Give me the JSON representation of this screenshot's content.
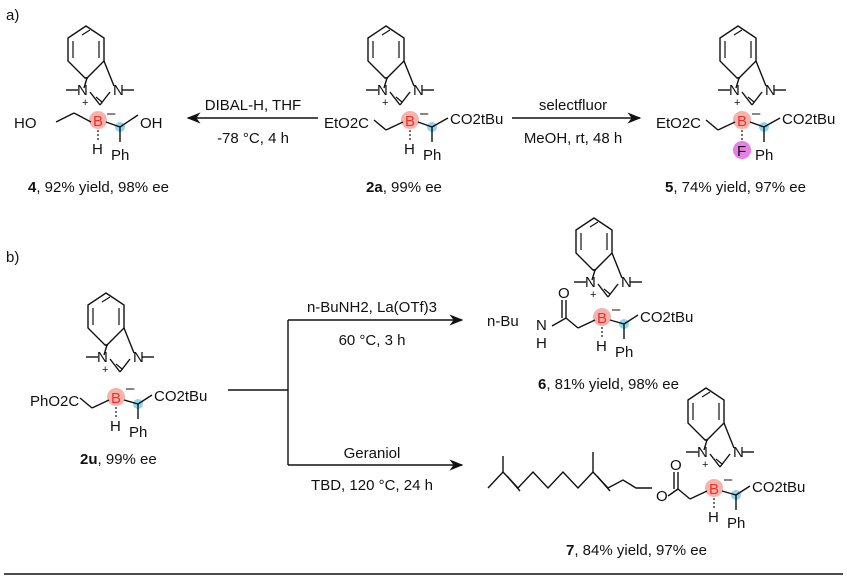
{
  "panels": {
    "a": "a)",
    "b": "b)"
  },
  "captions": {
    "c4_num": "4",
    "c4_text": ", 92% yield, 98% ee",
    "c2a_num": "2a",
    "c2a_text": ", 99% ee",
    "c5_num": "5",
    "c5_text": ", 74% yield, 97% ee",
    "c2u_num": "2u",
    "c2u_text": ", 99% ee",
    "c6_num": "6",
    "c6_text": ", 81% yield, 98% ee",
    "c7_num": "7",
    "c7_text": ", 84% yield, 97% ee"
  },
  "conditions": {
    "r1_top": "DIBAL-H, THF",
    "r1_bottom": "-78 °C, 4 h",
    "r2_top": "selectfluor",
    "r2_bottom": "MeOH, rt, 48 h",
    "r3_top": "n-BuNH2, La(OTf)3",
    "r3_bottom": "60 °C, 3 h",
    "r4_top": "Geraniol",
    "r4_bottom": "TBD, 120 °C, 24 h"
  },
  "labels": {
    "boron": "B",
    "minus": "–",
    "plus": "+",
    "hydrogen": "H",
    "fluorine": "F",
    "phenyl": "Ph",
    "ho": "HO",
    "oh": "OH",
    "eto2c": "EtO2C",
    "co2tbu": "CO2tBu",
    "pho2c": "PhO2C",
    "nbu": "n-Bu",
    "n": "N",
    "o": "O"
  },
  "colors": {
    "boron_highlight": "#f6b3ad",
    "boron_text": "#e8322a",
    "carbon_highlight": "#8fd6ee",
    "fluorine_highlight": "#e77fe6"
  }
}
